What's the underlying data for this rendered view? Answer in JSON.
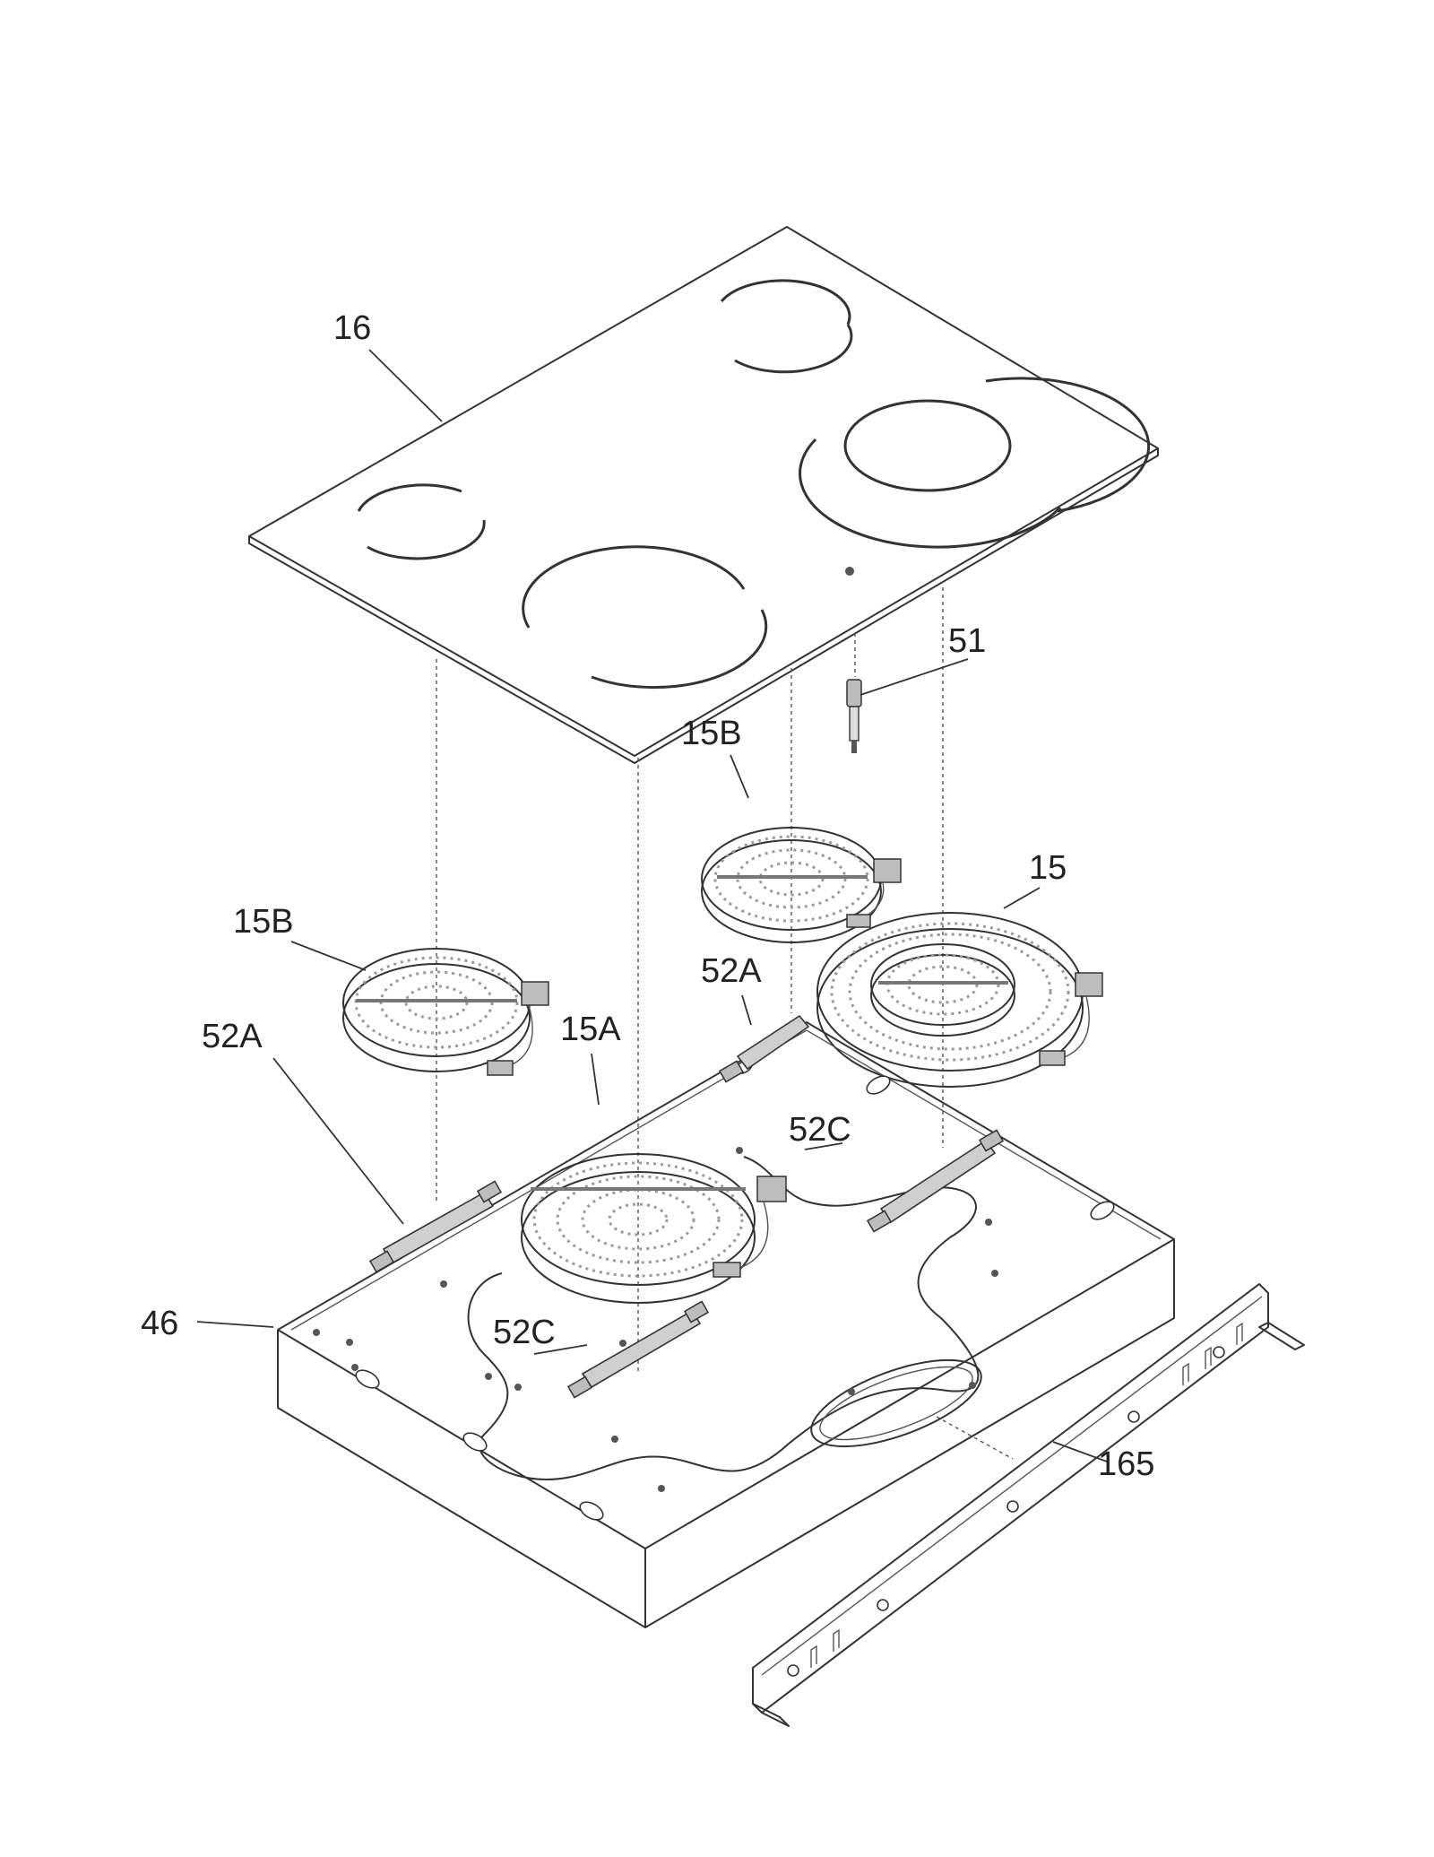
{
  "labels": {
    "cooktop_glass": "16",
    "indicator_light": "51",
    "element_rear_left_small": "15B",
    "element_rear_right_dual": "15",
    "element_front_left_small": "15B",
    "element_front_center_large": "15A",
    "bracket_rear_left": "52A",
    "bracket_rear_right": "52A",
    "bracket_front_right": "52C",
    "bracket_front_center": "52C",
    "burner_box": "46",
    "front_rail": "165"
  }
}
